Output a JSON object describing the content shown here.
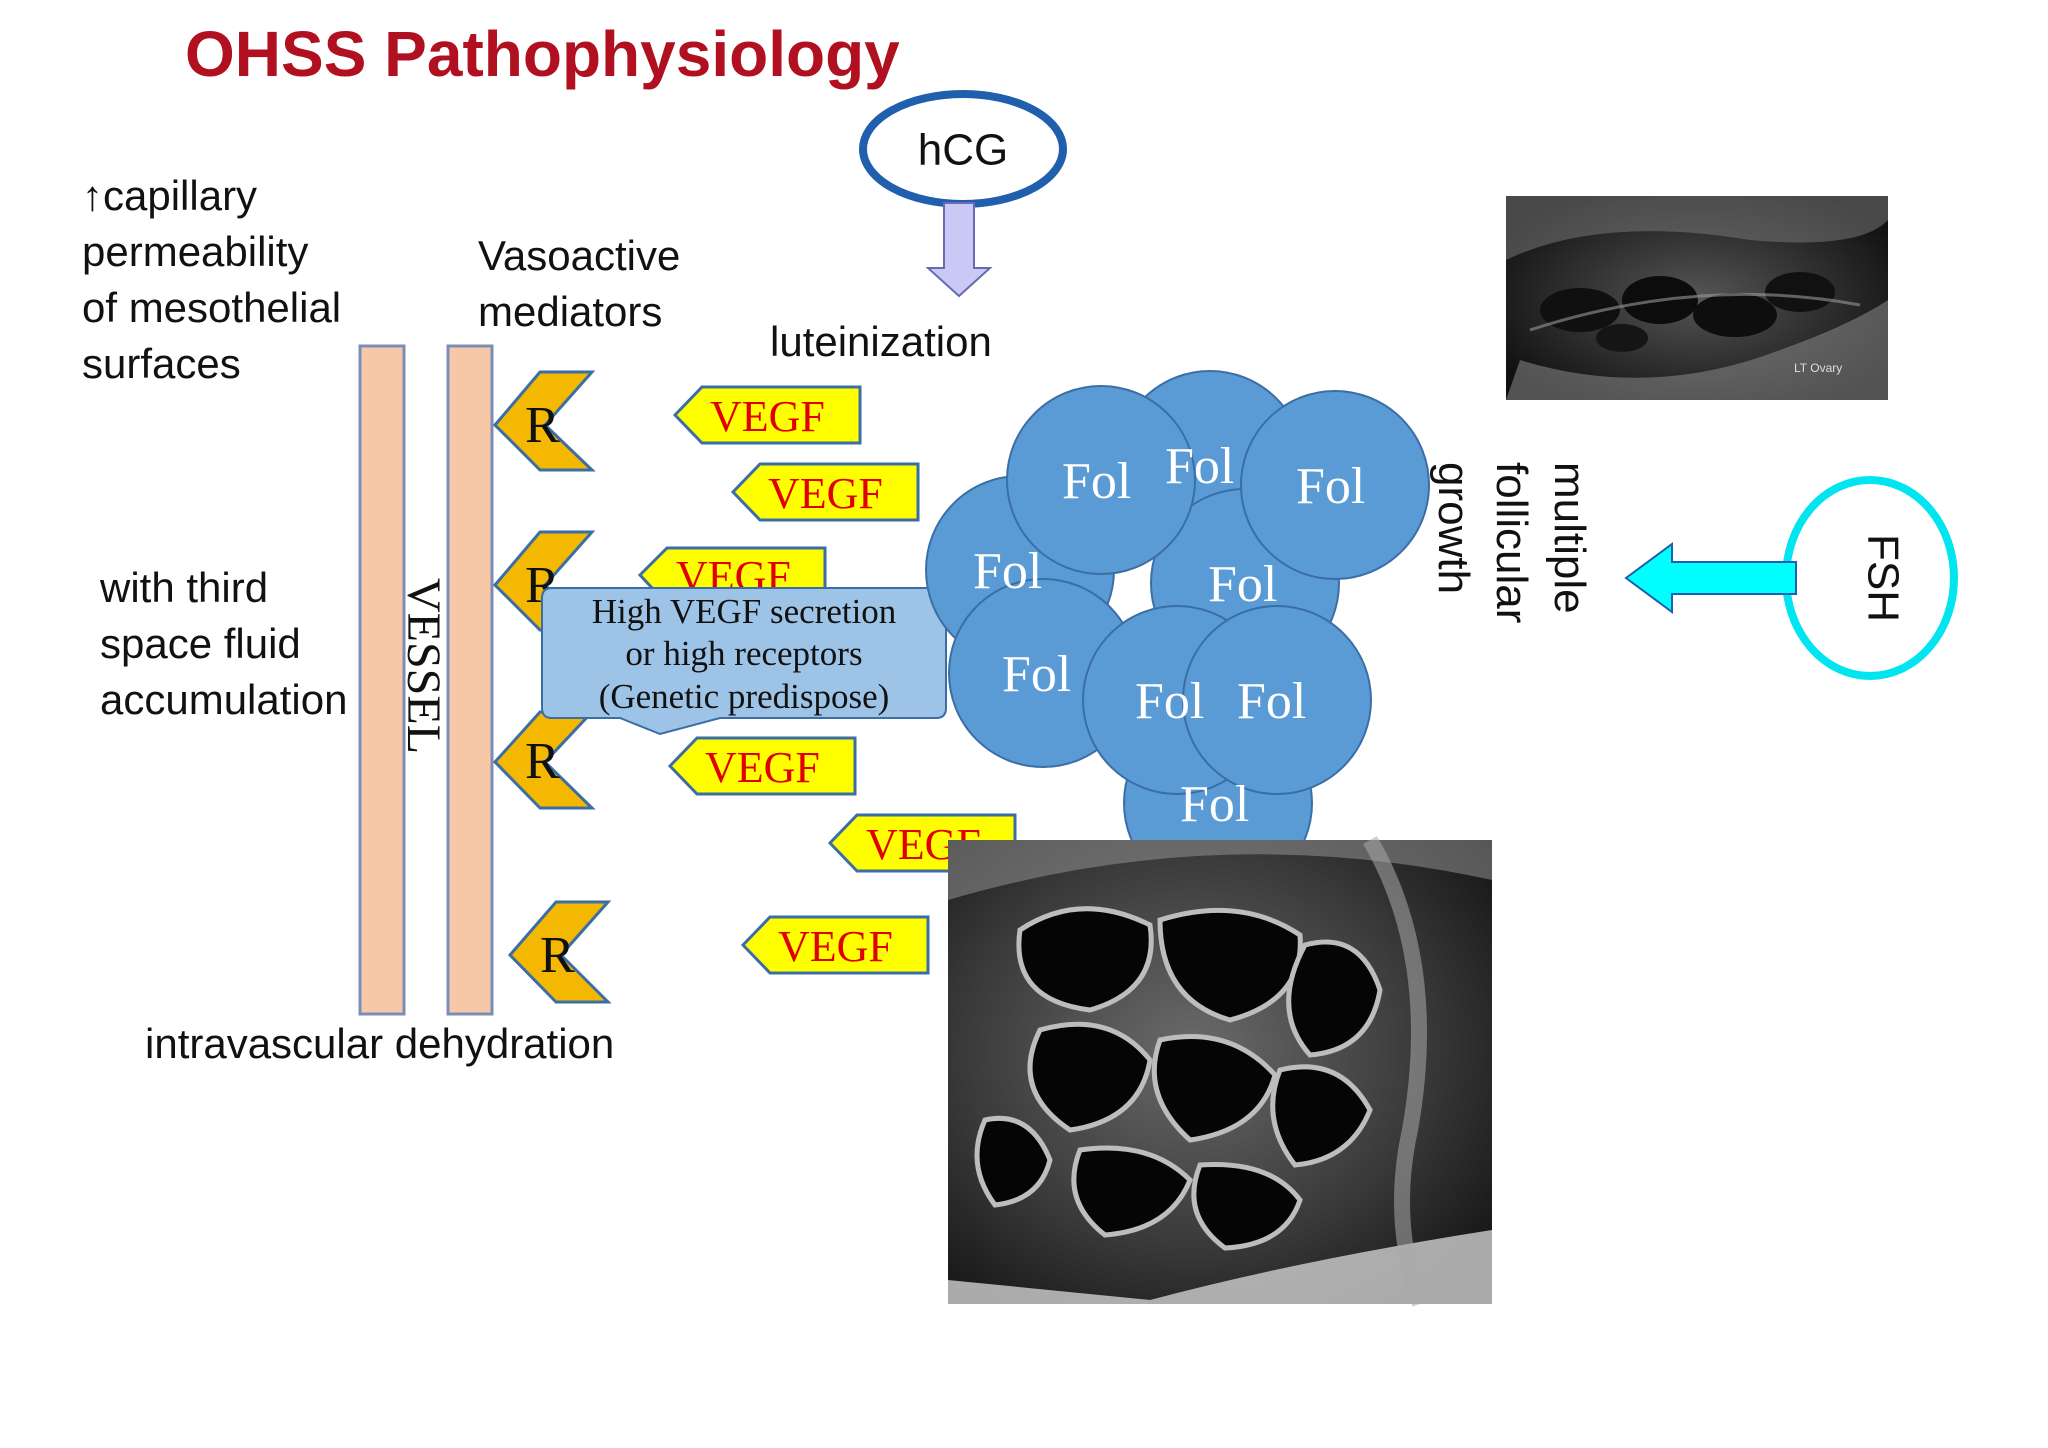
{
  "title": "OHSS Pathophysiology",
  "colors": {
    "title": "#B01020",
    "vessel": "#F7C8A8",
    "vessel_stroke": "#7A8FB8",
    "receptor": "#F5B800",
    "receptor_stroke": "#3A6EA5",
    "vegf_fill": "#FFFF00",
    "vegf_text": "#E00000",
    "follicle": "#5B9BD5",
    "follicle_stroke": "#3A6EA5",
    "hcg_ring": "#1F5FAD",
    "fsh_ring": "#00E5F0",
    "fsh_arrow": "#00FFFF",
    "hcg_arrow": "#C9C9F5",
    "callout": "#9DC3E6"
  },
  "labels": {
    "capillary": [
      "↑capillary",
      "permeability",
      "of mesothelial",
      "surfaces"
    ],
    "vasoactive": [
      "Vasoactive",
      "mediators"
    ],
    "luteinization": "luteinization",
    "third_space": [
      "with third",
      "space fluid",
      "accumulation"
    ],
    "dehydration": "intravascular dehydration",
    "vessel": "VESSEL",
    "hcg": "hCG",
    "fsh": "FSH",
    "follicular": [
      "multiple",
      "follicular",
      "growth"
    ],
    "callout": [
      "High VEGF secretion",
      "or high receptors",
      "(Genetic predispose)"
    ],
    "ultrasound_small_caption": "LT Ovary"
  },
  "receptors": [
    "R",
    "R",
    "R",
    "R"
  ],
  "vegf": [
    "VEGF",
    "VEGF",
    "VEGF",
    "VEGF",
    "VEGF",
    "VEGF"
  ],
  "follicles": [
    "Fol",
    "Fol",
    "Fol",
    "Fol",
    "Fol",
    "Fol",
    "Fol",
    "Fol",
    "Fol"
  ]
}
